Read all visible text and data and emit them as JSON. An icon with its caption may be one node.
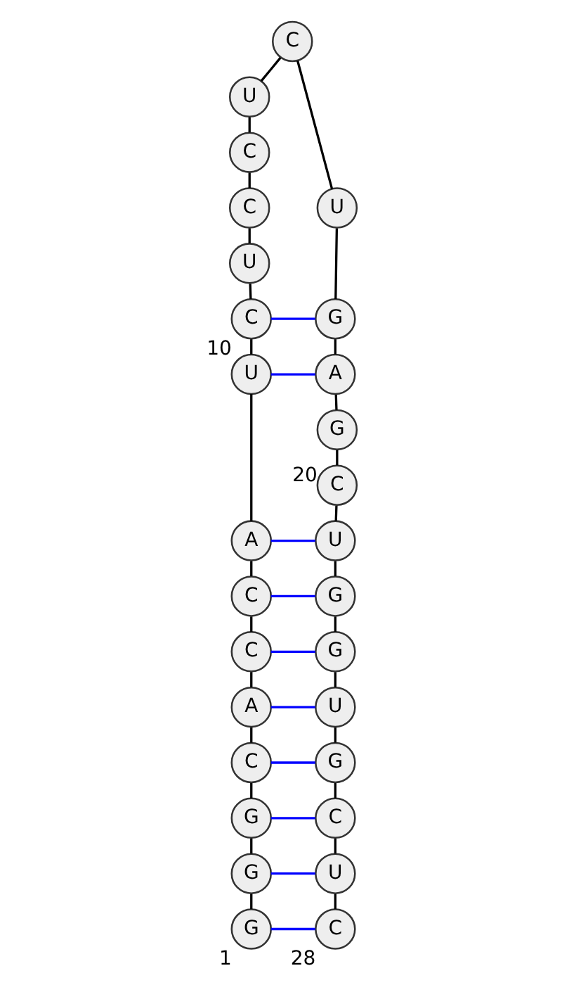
{
  "diagram": {
    "nodes": [
      {
        "text": [
          "G"
        ],
        "beside": [
          "1"
        ]
      },
      {
        "text": [
          "G"
        ]
      },
      {
        "text": [
          "G"
        ]
      },
      {
        "text": [
          "C"
        ]
      },
      {
        "text": [
          "A"
        ]
      },
      {
        "text": [
          "C"
        ]
      },
      {
        "text": [
          "C"
        ]
      },
      {
        "text": [
          "A"
        ]
      },
      {
        "text": [
          "U"
        ]
      },
      {
        "text": [
          "C"
        ],
        "beside": [
          "10"
        ]
      },
      {
        "text": [
          "U"
        ]
      },
      {
        "text": [
          "C"
        ]
      },
      {
        "text": [
          "C"
        ]
      },
      {
        "text": [
          "U"
        ]
      },
      {
        "text": [
          "C"
        ]
      },
      {
        "text": [
          "U"
        ]
      },
      {
        "text": [
          "G"
        ]
      },
      {
        "text": [
          "A"
        ]
      },
      {
        "text": [
          "G"
        ]
      },
      {
        "text": [
          "C"
        ],
        "beside": [
          "20"
        ]
      },
      {
        "text": [
          "U"
        ]
      },
      {
        "text": [
          "G"
        ]
      },
      {
        "text": [
          "G"
        ]
      },
      {
        "text": [
          "U"
        ]
      },
      {
        "text": [
          "G"
        ]
      },
      {
        "text": [
          "C"
        ]
      },
      {
        "text": [
          "U"
        ]
      },
      {
        "text": [
          "C"
        ],
        "beside": [
          "28"
        ]
      }
    ],
    "edges": [
      {
        "from": 0,
        "to": 1,
        "arrow": "none"
      },
      {
        "from": 1,
        "to": 2,
        "arrow": "none"
      },
      {
        "from": 2,
        "to": 3,
        "arrow": "none"
      },
      {
        "from": 3,
        "to": 4,
        "arrow": "none"
      },
      {
        "from": 4,
        "to": 5,
        "arrow": "none"
      },
      {
        "from": 5,
        "to": 6,
        "arrow": "none"
      },
      {
        "from": 6,
        "to": 7,
        "arrow": "none"
      },
      {
        "from": 7,
        "to": 8,
        "arrow": "none"
      },
      {
        "from": 8,
        "to": 9,
        "arrow": "none"
      },
      {
        "from": 9,
        "to": 10,
        "arrow": "none"
      },
      {
        "from": 10,
        "to": 11,
        "arrow": "none"
      },
      {
        "from": 11,
        "to": 12,
        "arrow": "none"
      },
      {
        "from": 12,
        "to": 13,
        "arrow": "none"
      },
      {
        "from": 13,
        "to": 14,
        "arrow": "none"
      },
      {
        "from": 14,
        "to": 15,
        "arrow": "none"
      },
      {
        "from": 15,
        "to": 16,
        "arrow": "none"
      },
      {
        "from": 16,
        "to": 17,
        "arrow": "none"
      },
      {
        "from": 17,
        "to": 18,
        "arrow": "none"
      },
      {
        "from": 18,
        "to": 19,
        "arrow": "none"
      },
      {
        "from": 19,
        "to": 20,
        "arrow": "none"
      },
      {
        "from": 20,
        "to": 21,
        "arrow": "none"
      },
      {
        "from": 21,
        "to": 22,
        "arrow": "none"
      },
      {
        "from": 22,
        "to": 23,
        "arrow": "none"
      },
      {
        "from": 23,
        "to": 24,
        "arrow": "none"
      },
      {
        "from": 24,
        "to": 25,
        "arrow": "none"
      },
      {
        "from": 25,
        "to": 26,
        "arrow": "none"
      },
      {
        "from": 26,
        "to": 27,
        "arrow": "none"
      },
      {
        "from": 0,
        "to": 27,
        "arrow": "none",
        "color": "#0000ff"
      },
      {
        "from": 1,
        "to": 26,
        "arrow": "none",
        "color": "#0000ff"
      },
      {
        "from": 2,
        "to": 25,
        "arrow": "none",
        "color": "#0000ff"
      },
      {
        "from": 3,
        "to": 24,
        "arrow": "none",
        "color": "#0000ff"
      },
      {
        "from": 4,
        "to": 23,
        "arrow": "none",
        "color": "#0000ff"
      },
      {
        "from": 5,
        "to": 22,
        "arrow": "none",
        "color": "#0000ff"
      },
      {
        "from": 6,
        "to": 21,
        "arrow": "none",
        "color": "#0000ff"
      },
      {
        "from": 7,
        "to": 20,
        "arrow": "none",
        "color": "#0000ff"
      },
      {
        "from": 8,
        "to": 17,
        "arrow": "none",
        "color": "#0000ff"
      },
      {
        "from": 9,
        "to": 16,
        "arrow": "none",
        "color": "#0000ff"
      }
    ]
  }
}
